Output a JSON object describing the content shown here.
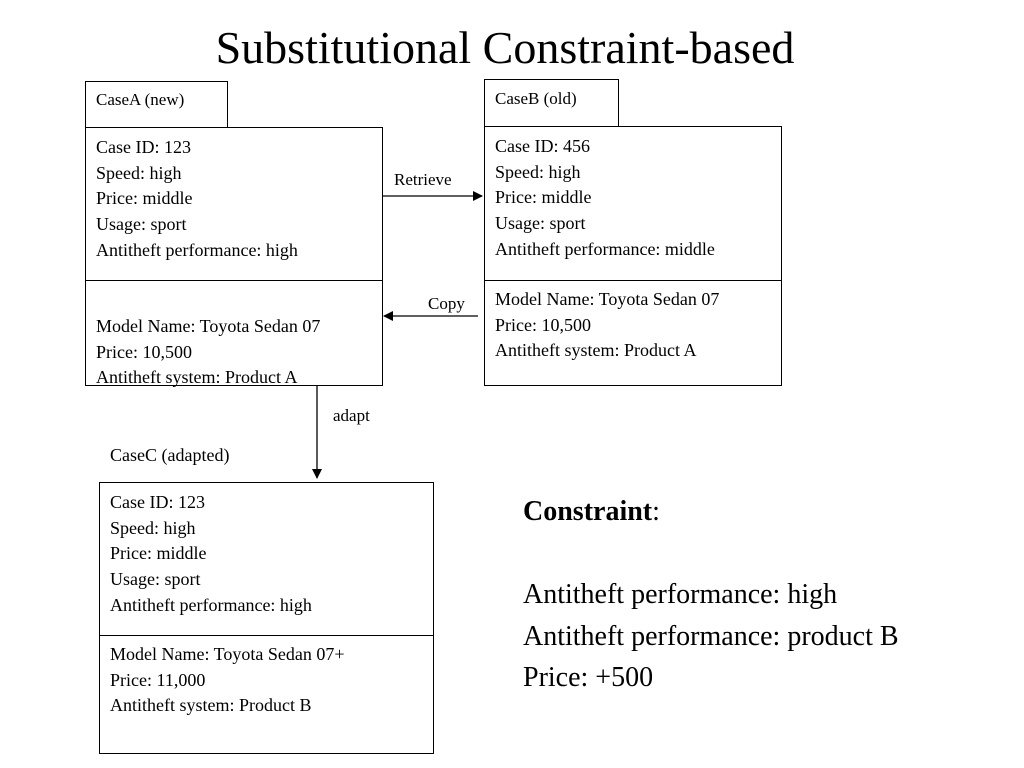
{
  "title": "Substitutional Constraint-based",
  "caseA": {
    "tab": "CaseA (new)",
    "problem": [
      "Case ID: 123",
      "Speed: high",
      "Price: middle",
      "Usage: sport",
      "Antitheft performance: high"
    ],
    "solution": [
      "Model Name: Toyota Sedan 07",
      "Price: 10,500",
      "Antitheft system: Product A"
    ]
  },
  "caseB": {
    "tab": "CaseB (old)",
    "problem": [
      "Case ID: 456",
      "Speed: high",
      "Price: middle",
      "Usage: sport",
      "Antitheft performance: middle"
    ],
    "solution": [
      "Model Name: Toyota Sedan 07",
      "Price: 10,500",
      "Antitheft system: Product A"
    ]
  },
  "caseC": {
    "label": "CaseC (adapted)",
    "problem": [
      "Case ID: 123",
      "Speed: high",
      "Price: middle",
      "Usage: sport",
      "Antitheft performance: high"
    ],
    "solution": [
      "Model Name: Toyota Sedan 07+",
      "Price: 11,000",
      "Antitheft system: Product B"
    ]
  },
  "arrows": {
    "retrieve": "Retrieve",
    "copy": "Copy",
    "adapt": "adapt"
  },
  "constraint": {
    "heading": "Constraint",
    "heading_suffix": ":",
    "lines": [
      "Antitheft performance: high",
      "Antitheft performance: product B",
      "Price: +500"
    ]
  }
}
